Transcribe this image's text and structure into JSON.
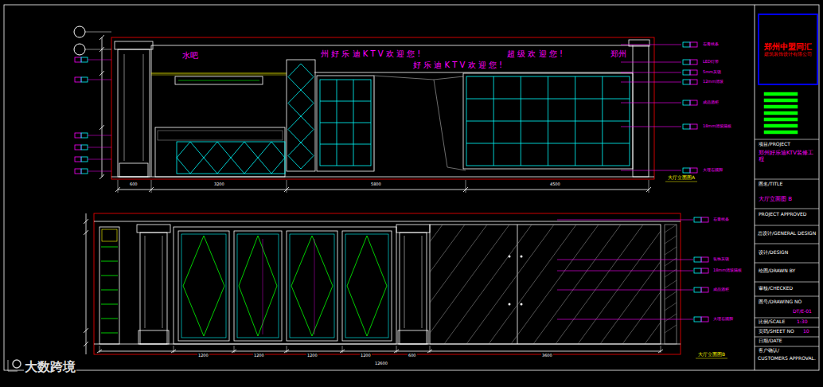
{
  "diagram": {
    "nodes": [
      {
        "text": [
          "郑州中盟同汇",
          "建筑装饰设计有限公司"
        ]
      }
    ],
    "labels": [
      "州 好 乐 迪 K T V 欢 迎 您 !",
      "超 级 欢 迎 您 !",
      "郑州",
      "好 乐 迪 K T V 欢 迎 您 !",
      "水吧",
      "大厅立面图A",
      "大厅立面图B",
      "石膏线条",
      "LED灯带",
      "5mm灰镜",
      "12mm清玻",
      "成品酒柜",
      "18mm清玻隔板",
      "大理石踢脚",
      "石膏线条",
      "装饰灰镜",
      "18mm清玻隔板",
      "成品酒柜",
      "大理石踢脚",
      "600",
      "3200",
      "5800",
      "4500",
      "1200",
      "1200",
      "1200",
      "1200",
      "600",
      "3600",
      "12600",
      "项目/PROJECT",
      "郑州好乐迪KTV装修工程",
      "图名/TITLE",
      "大厅立面图 B",
      "PROJECT APPROVED",
      "总设计/GENERAL DESIGN",
      "设计/DESIGN",
      "绘图/DRAWN BY",
      "审核/CHECKED",
      "图号/DRAWING NO",
      "DT/E-01",
      "比例/SCALE",
      "1:30",
      "页码/SHEET NO",
      "10",
      "日期/DATE",
      "客户确认/",
      "CUSTOMERS APPROVAL.",
      "大数跨境"
    ]
  }
}
